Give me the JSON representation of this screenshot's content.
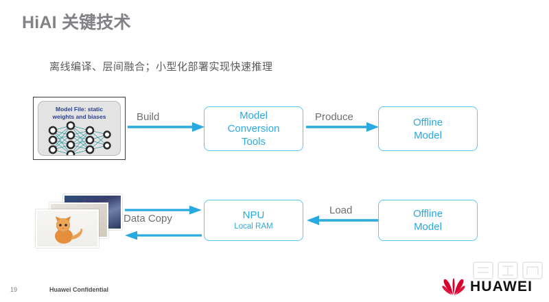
{
  "slide": {
    "title": "HiAI 关键技术",
    "subtitle": "离线编译、层间融合；小型化部署实现快速推理"
  },
  "model_file": {
    "caption_line1": "Model File: static",
    "caption_line2": "weights and biases",
    "icon": "neural-network-diagram",
    "layer_sizes": [
      3,
      4,
      3,
      2
    ],
    "node_color": "#2b2b2b",
    "edge_color": "#128a8f",
    "background": "#e3e3e3"
  },
  "photo_stack": {
    "icon": "image-stack",
    "count": 3,
    "front_image": "orange-kitten-photo",
    "back_image": "squirrel-photo"
  },
  "boxes": {
    "model_conversion_tools": {
      "line1": "Model",
      "line2": "Conversion",
      "line3": "Tools"
    },
    "offline_model_top": {
      "line1": "Offline",
      "line2": "Model"
    },
    "npu": {
      "line1": "NPU",
      "line2": "Local RAM"
    },
    "offline_model_bottom": {
      "line1": "Offline",
      "line2": "Model"
    }
  },
  "arrows": {
    "build": "Build",
    "produce": "Produce",
    "data_copy": "Data Copy",
    "load": "Load"
  },
  "footer": {
    "page_number": "19",
    "confidential": "Huawei Confidential",
    "brand": "HUAWEI",
    "brand_logo": "huawei-flower-logo",
    "watermark": "智东西"
  },
  "colors": {
    "title_gray": "#808285",
    "box_border_blue": "#5bc5f2",
    "box_text_blue": "#29a9e1",
    "arrow_blue": "#29a9e1",
    "label_gray": "#6d6e70",
    "caption_navy": "#2d3f8f",
    "huawei_red": "#d7002e"
  }
}
